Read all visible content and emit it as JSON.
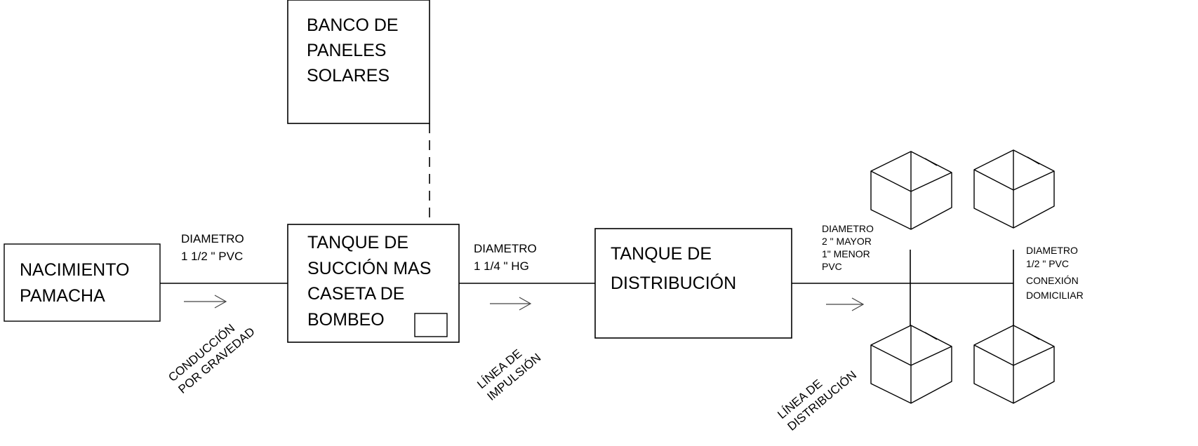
{
  "boxes": {
    "solar": [
      "BANCO DE",
      "PANELES",
      "SOLARES"
    ],
    "source": [
      "NACIMIENTO",
      "PAMACHA"
    ],
    "suction": [
      "TANQUE DE",
      "SUCCIÓN MAS",
      "CASETA DE",
      "BOMBEO"
    ],
    "distribution": [
      "TANQUE DE",
      "DISTRIBUCIÓN"
    ]
  },
  "pipes": {
    "gravity": {
      "diameter": [
        "DIAMETRO",
        "1 1/2  \" PVC"
      ],
      "line": [
        "CONDUCCIÓN",
        "POR GRAVEDAD"
      ]
    },
    "impulsion": {
      "diameter": [
        "DIAMETRO",
        "1 1/4 \" HG"
      ],
      "line": [
        "LÍNEA DE",
        "IMPULSIÓN"
      ]
    },
    "distribution": {
      "diameter": [
        "DIAMETRO",
        "2 \" MAYOR",
        "1\" MENOR",
        "PVC"
      ],
      "line": [
        "LÍNEA DE",
        "DISTRIBUCIÓN"
      ]
    },
    "household": {
      "diameter": [
        "DIAMETRO",
        "1/2 \" PVC",
        "CONEXIÓN",
        "DOMICILIAR"
      ]
    }
  },
  "houses": [
    "house-top-left",
    "house-bottom-left",
    "house-top-right",
    "house-bottom-right"
  ]
}
